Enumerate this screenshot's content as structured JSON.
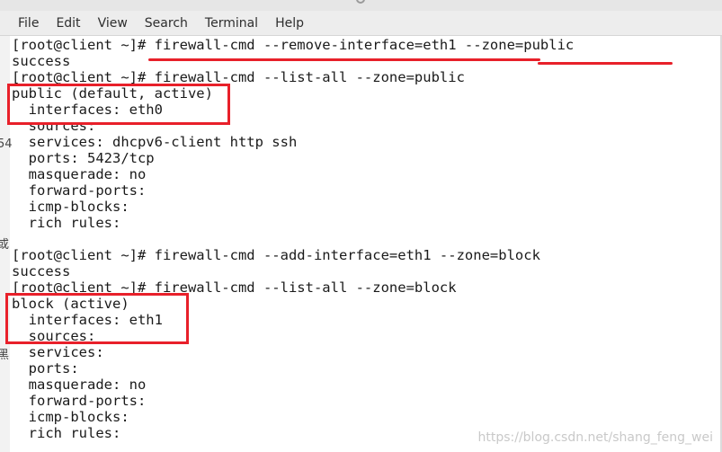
{
  "menubar": {
    "items": [
      "File",
      "Edit",
      "View",
      "Search",
      "Terminal",
      "Help"
    ]
  },
  "left_sliver": {
    "glyphs": [
      "54",
      "或",
      "黑"
    ]
  },
  "terminal": {
    "lines": [
      "[root@client ~]# firewall-cmd --remove-interface=eth1 --zone=public",
      "success",
      "[root@client ~]# firewall-cmd --list-all --zone=public",
      "public (default, active)",
      "  interfaces: eth0",
      "  sources:",
      "  services: dhcpv6-client http ssh",
      "  ports: 5423/tcp",
      "  masquerade: no",
      "  forward-ports:",
      "  icmp-blocks:",
      "  rich rules:",
      "",
      "[root@client ~]# firewall-cmd --add-interface=eth1 --zone=block",
      "success",
      "[root@client ~]# firewall-cmd --list-all --zone=block",
      "block (active)",
      "  interfaces: eth1",
      "  sources:",
      "  services:",
      "  ports:",
      "  masquerade: no",
      "  forward-ports:",
      "  icmp-blocks:",
      "  rich rules:"
    ]
  },
  "colors": {
    "annotation": "#e8202a",
    "terminal_bg": "#ffffff",
    "text": "#1a1a1a",
    "watermark": "#c9c9c9"
  },
  "watermark": "https://blog.csdn.net/shang_feng_wei"
}
